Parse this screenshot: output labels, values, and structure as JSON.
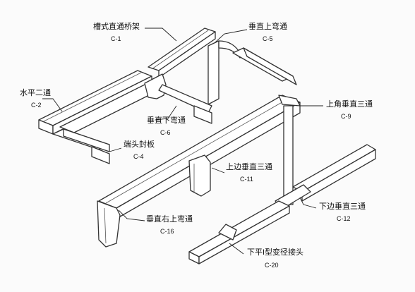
{
  "components": [
    {
      "id": "c1",
      "name": "槽式直通桥架",
      "code": "C-1"
    },
    {
      "id": "c5",
      "name": "垂直上弯通",
      "code": "C-5"
    },
    {
      "id": "c2",
      "name": "水平二通",
      "code": "C-2"
    },
    {
      "id": "c9",
      "name": "上角垂直三通",
      "code": "C-9"
    },
    {
      "id": "c6",
      "name": "垂直下弯通",
      "code": "C-6"
    },
    {
      "id": "c4",
      "name": "端头封板",
      "code": "C-4"
    },
    {
      "id": "c11",
      "name": "上边垂直三通",
      "code": "C-11"
    },
    {
      "id": "c16",
      "name": "垂直右上弯通",
      "code": "C-16"
    },
    {
      "id": "c12",
      "name": "下边垂直三通",
      "code": "C-12"
    },
    {
      "id": "c20",
      "name": "下平I型变径接头",
      "code": "C-20"
    }
  ]
}
